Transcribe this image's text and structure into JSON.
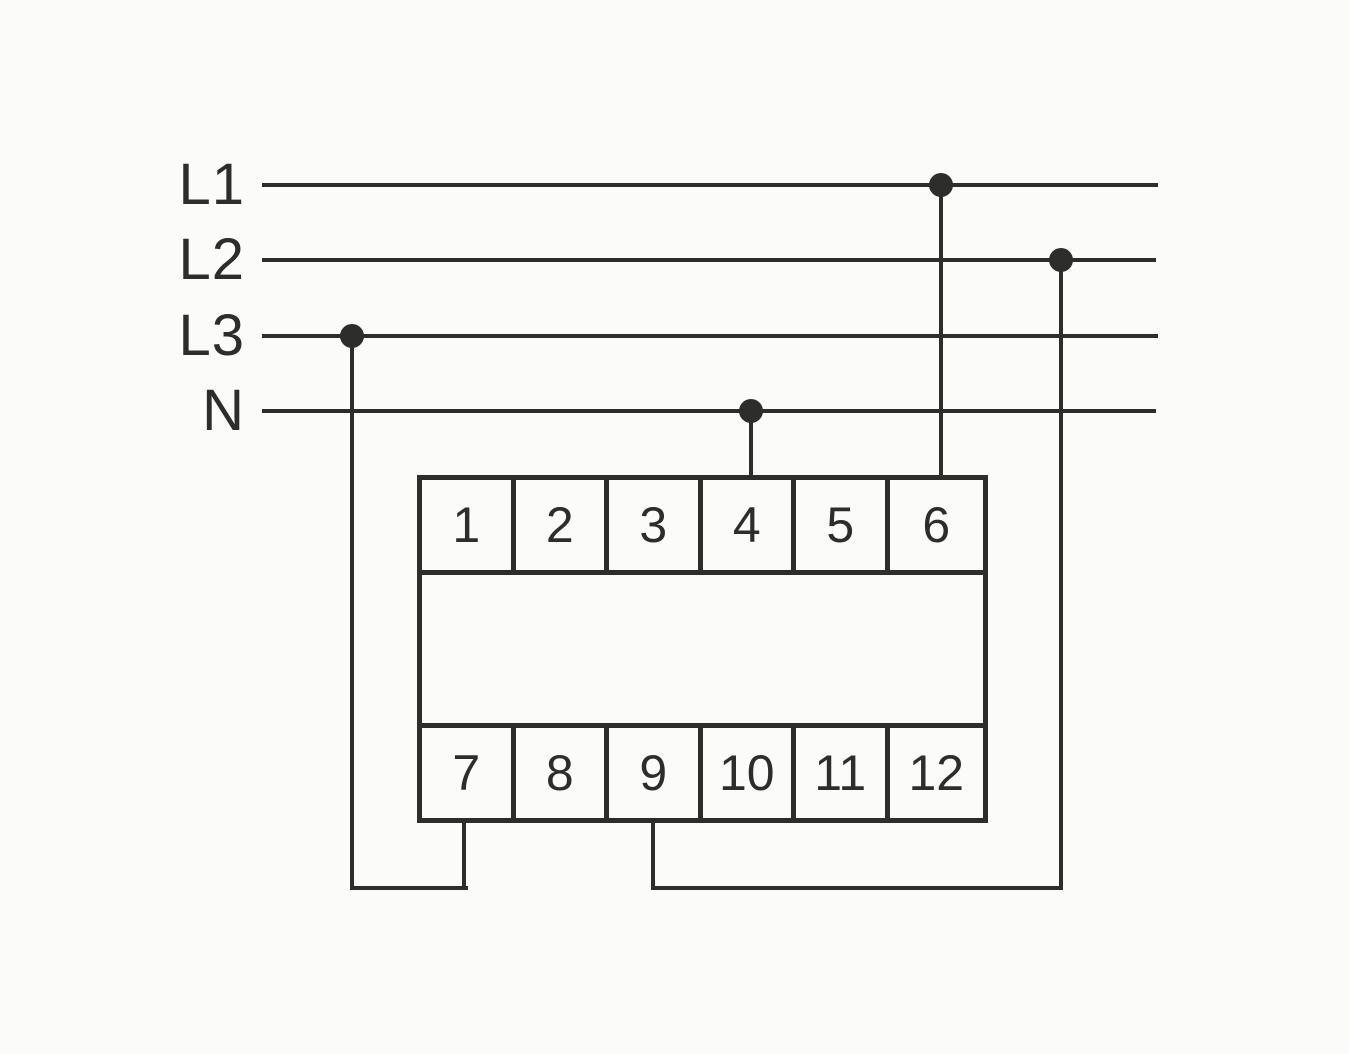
{
  "colors": {
    "background": "#fbfbf9",
    "stroke": "#2d2d2b"
  },
  "buses": [
    {
      "label": "L1"
    },
    {
      "label": "L2"
    },
    {
      "label": "L3"
    },
    {
      "label": "N"
    }
  ],
  "junction_dots": [
    "L1",
    "L2",
    "L3",
    "N"
  ],
  "device": {
    "top_terminals": [
      "1",
      "2",
      "3",
      "4",
      "5",
      "6"
    ],
    "bottom_terminals": [
      "7",
      "8",
      "9",
      "10",
      "11",
      "12"
    ]
  }
}
